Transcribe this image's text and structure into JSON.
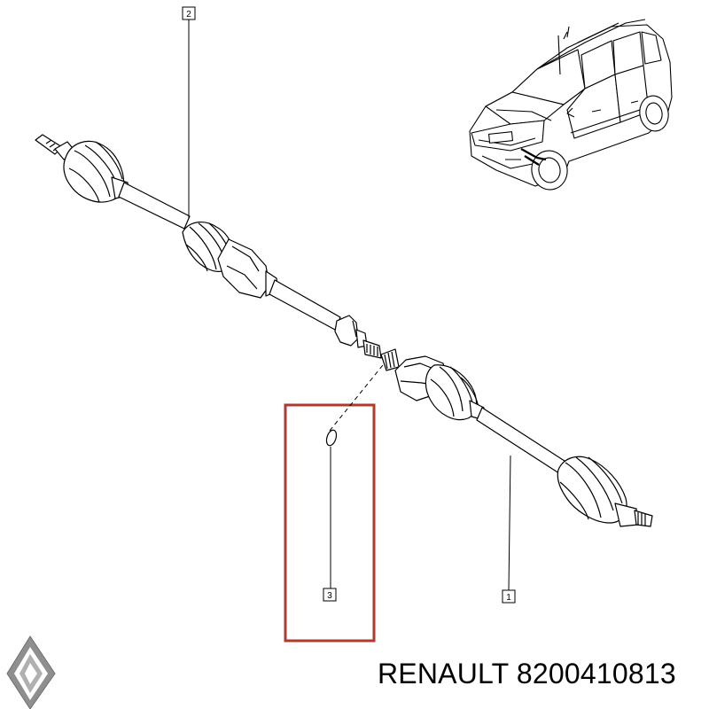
{
  "callouts": {
    "axle": "1",
    "shaft": "2",
    "ring": "3"
  },
  "caption": {
    "brand": "RENAULT",
    "part_number": "8200410813"
  },
  "colors": {
    "highlight_box": "#b03a2e",
    "line": "#000000",
    "logo_fill": "#9a9a9a"
  },
  "icons": {
    "logo": "renault-diamond-logo",
    "vehicle": "suv-car-illustration"
  }
}
